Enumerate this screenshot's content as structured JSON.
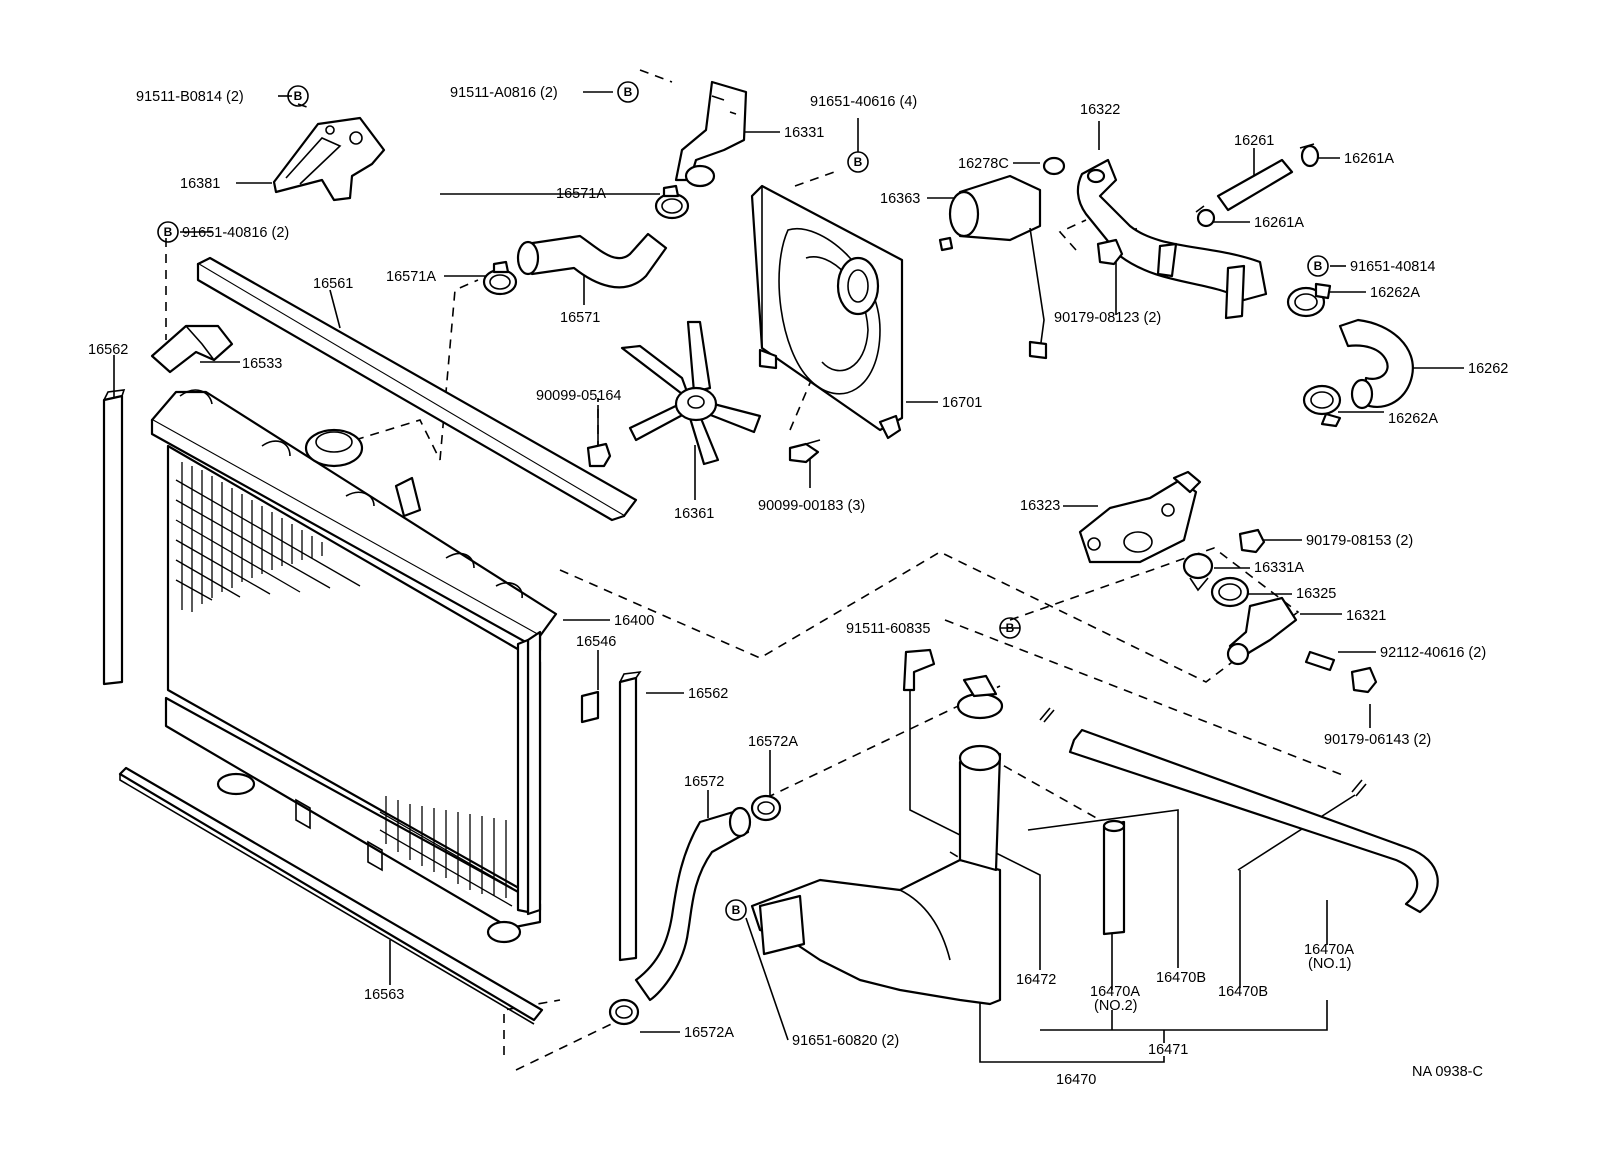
{
  "labels": {
    "91511-B0814": "91511-B0814 (2)",
    "16381": "16381",
    "91651-40816": "91651-40816 (2)",
    "16561": "16561",
    "16562_left": "16562",
    "16533": "16533",
    "16571A_top": "16571A",
    "16571A_left": "16571A",
    "16571": "16571",
    "91511-A0816": "91511-A0816 (2)",
    "16331": "16331",
    "91651-40616": "91651-40616 (4)",
    "16363": "16363",
    "16278C": "16278C",
    "16322": "16322",
    "16261": "16261",
    "16261A_top": "16261A",
    "16261A_mid": "16261A",
    "91651-40814": "91651-40814",
    "16262A_top": "16262A",
    "16262": "16262",
    "16262A_bot": "16262A",
    "90179-08123": "90179-08123 (2)",
    "16701": "16701",
    "90099-05164": "90099-05164",
    "16361": "16361",
    "90099-00183": "90099-00183 (3)",
    "16323": "16323",
    "90179-08153": "90179-08153 (2)",
    "16331A": "16331A",
    "16325": "16325",
    "16321": "16321",
    "92112-40616": "92112-40616 (2)",
    "90179-06143": "90179-06143 (2)",
    "91511-60835": "91511-60835",
    "16400": "16400",
    "16546": "16546",
    "16562_right": "16562",
    "16572A_top": "16572A",
    "16572": "16572",
    "16572A_bot": "16572A",
    "91651-60820": "91651-60820 (2)",
    "16563": "16563",
    "16472": "16472",
    "16470A_no2": "16470A",
    "no2": "(NO.2)",
    "16470B_a": "16470B",
    "16470B_b": "16470B",
    "16470A_no1": "16470A",
    "no1": "(NO.1)",
    "16471": "16471",
    "16470": "16470",
    "ref_code": "NA 0938-C"
  },
  "b_marker": "B"
}
